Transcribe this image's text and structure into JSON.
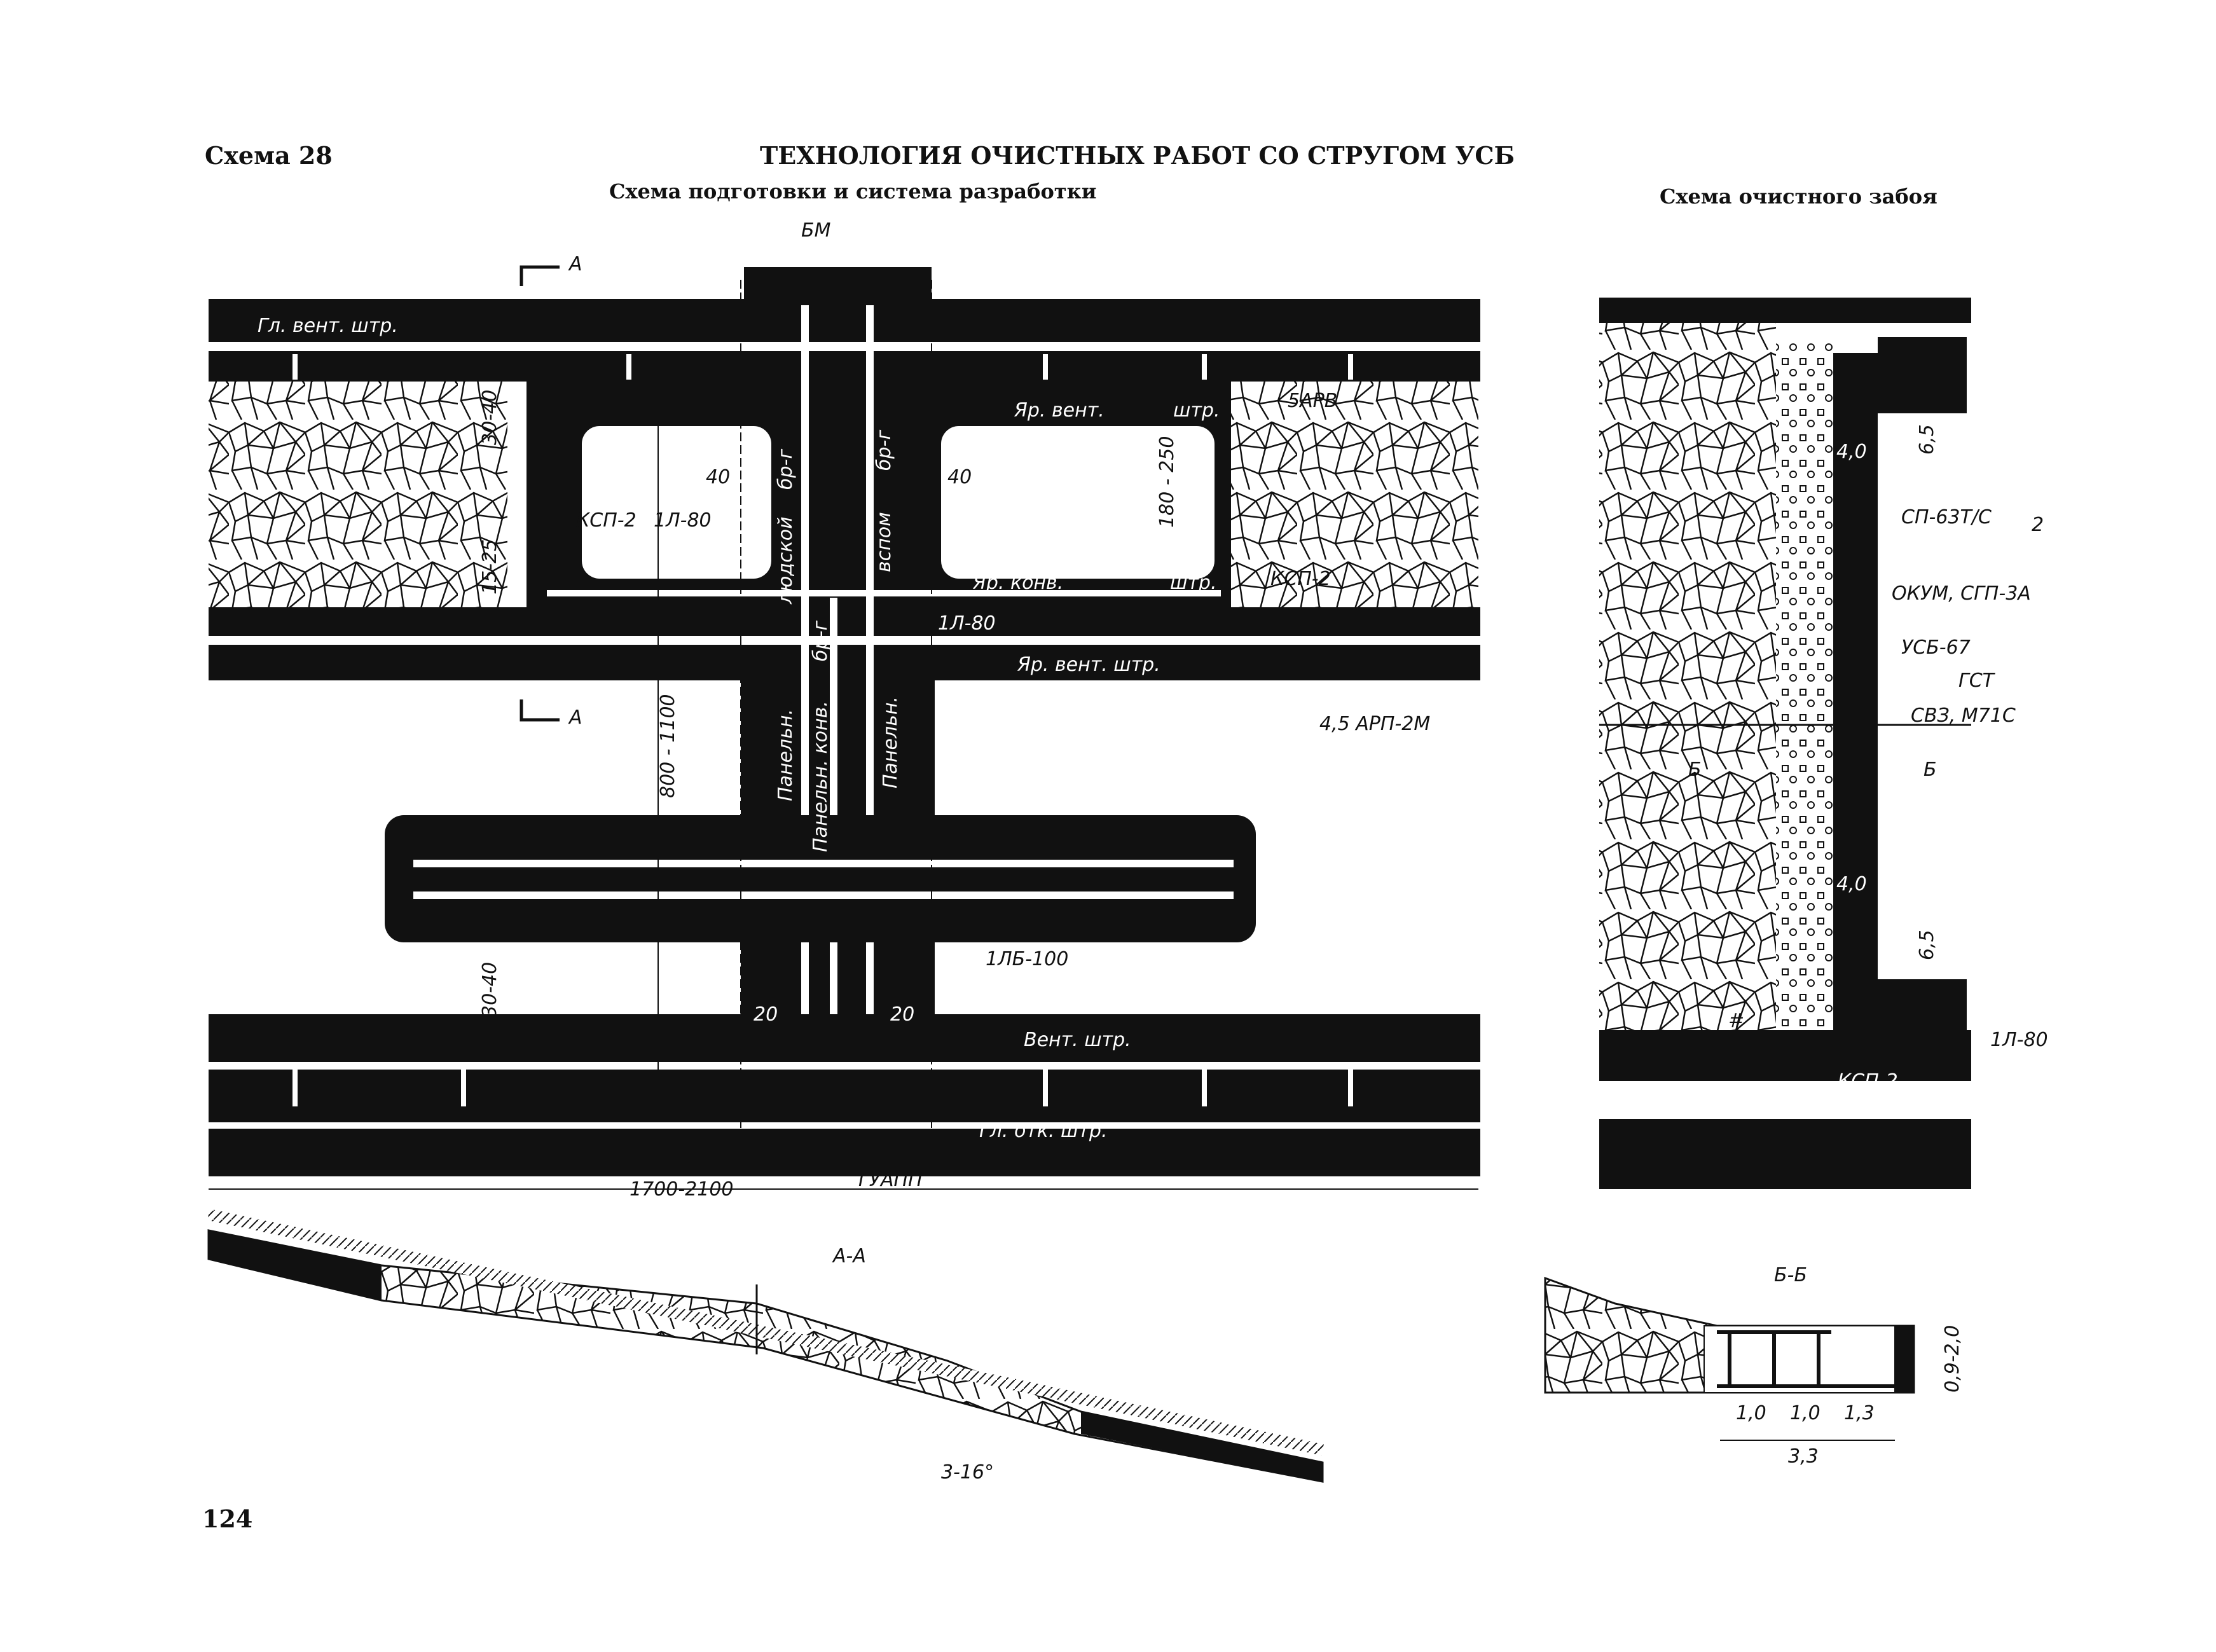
{
  "header": {
    "scheme_number": "Схема 28",
    "title": "ТЕХНОЛОГИЯ ОЧИСТНЫХ РАБОТ СО СТРУГОМ УСБ",
    "left_subtitle": "Схема подготовки и система разработки",
    "right_subtitle": "Схема очистного забоя"
  },
  "plan": {
    "labels": {
      "gl_vent": "Гл. вент. штр.",
      "yar_vent_top": "Яр. вент.",
      "shtr_top": "штр.",
      "yar_konv": "Яр. конв.",
      "shtr_mid": "штр.",
      "yar_vent_mid": "Яр. вент. штр.",
      "vent_shtr": "Вент. штр.",
      "gl_otk": "Гл. отк. штр.",
      "bm": "БМ",
      "arv": "5АРВ",
      "ksp2_left": "КСП-2",
      "l80_left": "1Л-80",
      "ksp2_right": "КСП-2",
      "l80_mid": "1Л-80",
      "arp": "4,5 АРП-2М",
      "lb100": "1ЛБ-100",
      "guapp": "ГУАПП",
      "lyudskoy": "людской",
      "brg_left": "бр-г",
      "brg_right": "бр-г",
      "vspom": "вспом",
      "brg_center": "бр-г",
      "panel_left": "Панельн.",
      "panel_konv": "Панельн. конв.",
      "panel_right": "Панельн.",
      "section_a_top": "А",
      "section_a_bottom": "А"
    },
    "dimensions": {
      "d30_40_top": "30-40",
      "d15_25": "15-25",
      "d40_left": "40",
      "d40_right": "40",
      "d180_250": "180 - 250",
      "d800_1100": "800 - 1100",
      "d30_40_bottom": "30-40",
      "d20_left": "20",
      "d20_right": "20",
      "d1700_2100": "1700-2100"
    }
  },
  "section_aa": {
    "title": "А-А",
    "angle": "3-16°"
  },
  "face": {
    "labels": {
      "sp63": "СП-63Т/С",
      "sp63_sub": "2",
      "okum": "ОКУМ, СГП-3А",
      "usb67": "УСБ-67",
      "gst": "ГСТ",
      "svz": "СВЗ, М71С",
      "l80": "1Л-80",
      "ksp2": "КСП-2",
      "section_b_left": "Б",
      "section_b_right": "Б",
      "hash": "#"
    },
    "dimensions": {
      "d6_5_top": "6,5",
      "d4_0_top": "4,0",
      "d4_0_bottom": "4,0",
      "d6_5_bottom": "6,5"
    }
  },
  "section_bb": {
    "title": "Б-Б",
    "height": "0,9-2,0",
    "spacings": [
      "1,0",
      "1,0",
      "1,3"
    ],
    "total": "3,3"
  },
  "page_number": "124"
}
